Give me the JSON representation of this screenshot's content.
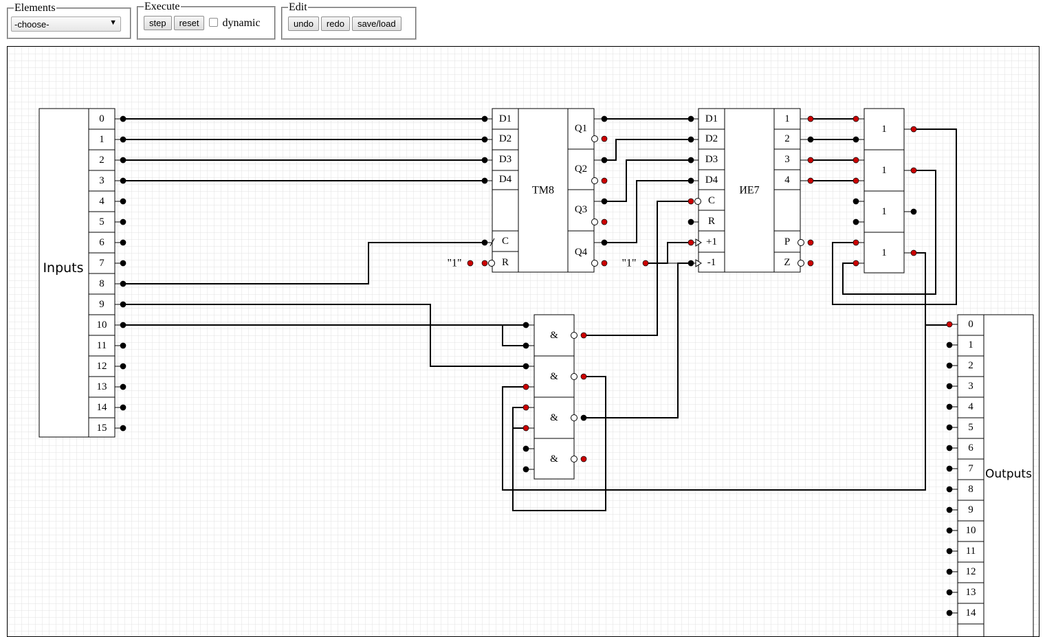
{
  "toolbar": {
    "elements_legend": "Elements",
    "elements_select": "-choose-",
    "execute_legend": "Execute",
    "step_label": "step",
    "reset_label": "reset",
    "dynamic_label": "dynamic",
    "edit_legend": "Edit",
    "undo_label": "undo",
    "redo_label": "redo",
    "saveload_label": "save/load"
  },
  "colors": {
    "pin_high": "#cc0000",
    "pin_low": "#000000",
    "grid": "#e2e2e2",
    "wire": "#000000"
  },
  "inputs": {
    "title": "Inputs",
    "pins": [
      "0",
      "1",
      "2",
      "3",
      "4",
      "5",
      "6",
      "7",
      "8",
      "9",
      "10",
      "11",
      "12",
      "13",
      "14",
      "15"
    ],
    "states": [
      0,
      0,
      0,
      0,
      0,
      0,
      0,
      0,
      0,
      0,
      0,
      0,
      0,
      0,
      0,
      0
    ]
  },
  "outputs": {
    "title": "Outputs",
    "pins": [
      "0",
      "1",
      "2",
      "3",
      "4",
      "5",
      "6",
      "7",
      "8",
      "9",
      "10",
      "11",
      "12",
      "13",
      "14"
    ],
    "states": [
      1,
      0,
      0,
      0,
      0,
      0,
      0,
      0,
      0,
      0,
      0,
      0,
      0,
      0,
      0
    ]
  },
  "tm8": {
    "name": "TM8",
    "in_labels": [
      "D1",
      "D2",
      "D3",
      "D4",
      "",
      "C",
      "R"
    ],
    "out_labels": [
      "Q1",
      "Q2",
      "Q3",
      "Q4"
    ],
    "const_label": "\"1\""
  },
  "ie7": {
    "name": "ИЕ7",
    "in_labels": [
      "D1",
      "D2",
      "D3",
      "D4",
      "C",
      "R",
      "+1",
      "-1"
    ],
    "out_labels": [
      "1",
      "2",
      "3",
      "4",
      "",
      "",
      "P",
      "Z"
    ],
    "const_label": "\"1\""
  },
  "or_gates": {
    "label": "1",
    "count": 4
  },
  "and_gates": {
    "label": "&",
    "count": 4
  }
}
